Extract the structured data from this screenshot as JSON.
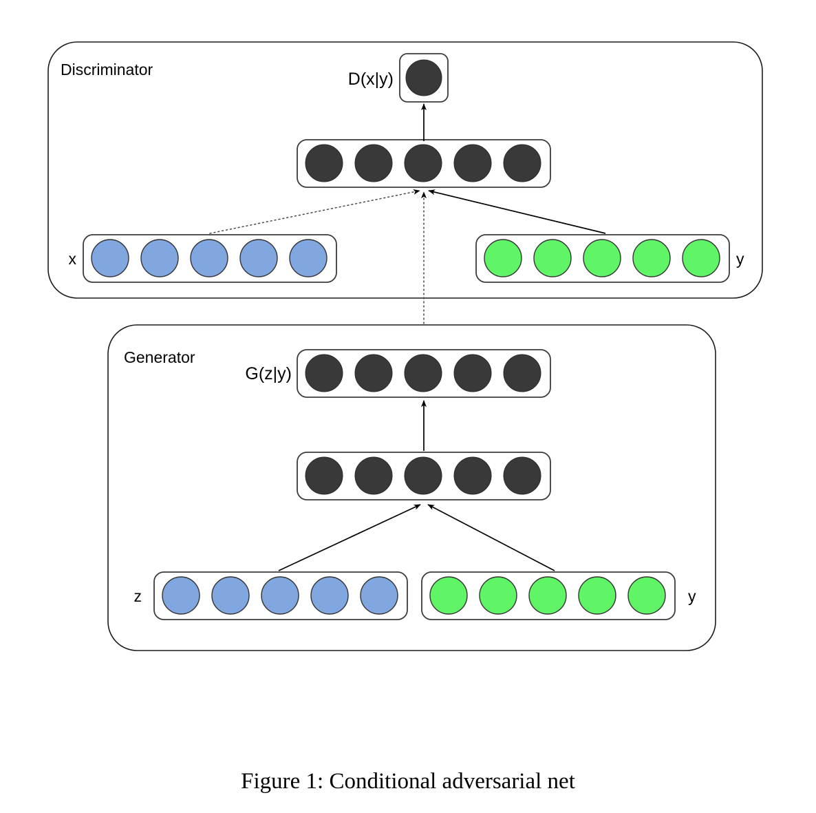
{
  "figure": {
    "caption": "Figure 1: Conditional adversarial net",
    "background_color": "#ffffff"
  },
  "colors": {
    "node_dark": "#393939",
    "node_blue": "#81a7e0",
    "node_green": "#5ff566",
    "outline": "#1a1a1a",
    "edge_solid": "#000000",
    "edge_dotted": "#4a4a4a"
  },
  "panels": {
    "discriminator": {
      "label": "Discriminator",
      "output_label": "D(x|y)",
      "output_node_count": 1,
      "hidden_layer_node_count": 5,
      "inputs": [
        {
          "label": "x",
          "color_name": "node_blue",
          "node_count": 5,
          "label_side": "left"
        },
        {
          "label": "y",
          "color_name": "node_green",
          "node_count": 5,
          "label_side": "right"
        }
      ]
    },
    "generator": {
      "label": "Generator",
      "output_label": "G(z|y)",
      "output_layer_node_count": 5,
      "hidden_layer_node_count": 5,
      "inputs": [
        {
          "label": "z",
          "color_name": "node_blue",
          "node_count": 5,
          "label_side": "left"
        },
        {
          "label": "y",
          "color_name": "node_green",
          "node_count": 5,
          "label_side": "right"
        }
      ]
    }
  },
  "edges": [
    {
      "name": "hidden-to-output",
      "style": "solid",
      "panel": "discriminator"
    },
    {
      "name": "x-to-hidden",
      "style": "dotted",
      "panel": "discriminator"
    },
    {
      "name": "y-to-hidden",
      "style": "solid",
      "panel": "discriminator"
    },
    {
      "name": "generated-sample-to-discriminator",
      "style": "dotted",
      "panel": "cross"
    },
    {
      "name": "hidden-to-generated-output",
      "style": "solid",
      "panel": "generator"
    },
    {
      "name": "z-to-hidden",
      "style": "solid",
      "panel": "generator"
    },
    {
      "name": "y-to-hidden",
      "style": "solid",
      "panel": "generator"
    }
  ]
}
